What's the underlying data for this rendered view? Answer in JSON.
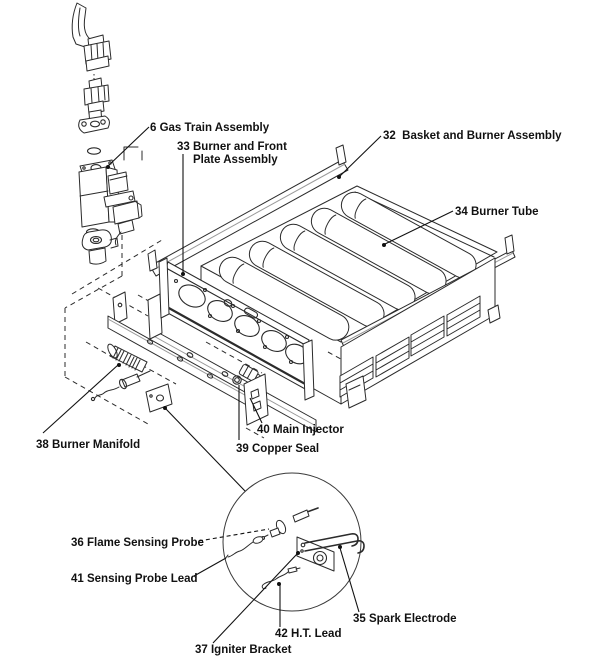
{
  "diagram": {
    "kind": "exploded-parts-diagram",
    "colors": {
      "background": "#ffffff",
      "line": "#2b2b2b",
      "text": "#111111",
      "soft_gray": "#9a9a9a"
    },
    "parts": [
      {
        "number": "6",
        "name": "Gas Train Assembly",
        "label": "6 Gas Train Assembly"
      },
      {
        "number": "33",
        "name": "Burner and Front Plate Assembly",
        "label_line1": "33 Burner and Front",
        "label_line2": "Plate Assembly"
      },
      {
        "number": "32",
        "name": "Basket and Burner Assembly",
        "label": "32  Basket and Burner Assembly"
      },
      {
        "number": "34",
        "name": "Burner Tube",
        "label": "34 Burner Tube"
      },
      {
        "number": "38",
        "name": "Burner Manifold",
        "label": "38 Burner Manifold"
      },
      {
        "number": "40",
        "name": "Main Injector",
        "label": "40 Main Injector"
      },
      {
        "number": "39",
        "name": "Copper Seal",
        "label": "39 Copper Seal"
      },
      {
        "number": "36",
        "name": "Flame Sensing Probe",
        "label": "36 Flame Sensing Probe"
      },
      {
        "number": "41",
        "name": "Sensing Probe Lead",
        "label": "41 Sensing Probe Lead"
      },
      {
        "number": "35",
        "name": "Spark Electrode",
        "label": "35 Spark Electrode"
      },
      {
        "number": "42",
        "name": "H.T. Lead",
        "label": "42 H.T. Lead"
      },
      {
        "number": "37",
        "name": "Igniter Bracket",
        "label": "37 Igniter Bracket"
      }
    ]
  }
}
